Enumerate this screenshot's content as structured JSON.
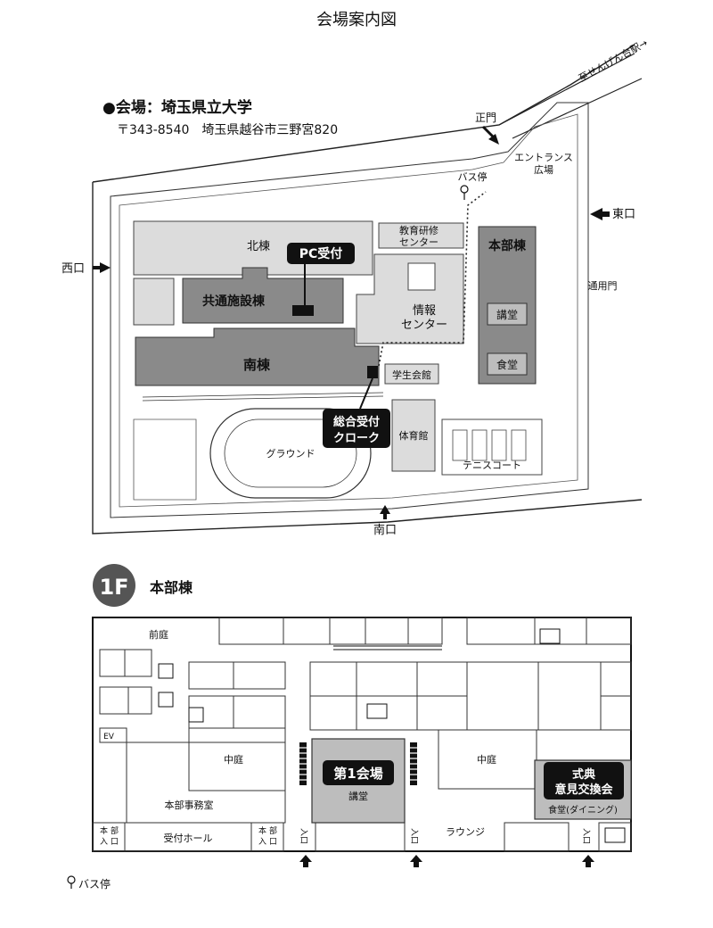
{
  "title": "会場案内図",
  "venue": {
    "heading": "●会場：埼玉県立大学",
    "address": "〒343-8540　埼玉県越谷市三野宮820"
  },
  "campus": {
    "directions": {
      "station": "至せんげん台駅→",
      "main_gate": "正門",
      "east_gate": "東口",
      "west_gate": "西口",
      "south_gate": "南口",
      "service_gate": "通用門",
      "bus_stop": "バス停"
    },
    "buildings": {
      "north": "北棟",
      "common": "共通施設棟",
      "south": "南棟",
      "education": [
        "教育研修",
        "センター"
      ],
      "info": [
        "情報",
        "センター"
      ],
      "student": "学生会館",
      "gym": "体育館",
      "main": "本部棟",
      "hall": "講堂",
      "dining": "食堂",
      "entrance_plaza": [
        "エントランス",
        "広場"
      ],
      "ground": "グラウンド",
      "tennis": "テニスコート"
    },
    "callouts": {
      "pc": "PC受付",
      "reception": [
        "総合受付",
        "クローク"
      ]
    }
  },
  "floor": {
    "badge": "1F",
    "building_name": "本部棟",
    "rooms": {
      "front_garden": "前庭",
      "courtyard_left": "中庭",
      "courtyard_right": "中庭",
      "office": "本部事務室",
      "reception_hall": "受付ホール",
      "hall": "講堂",
      "lounge": "ラウンジ",
      "dining": "食堂(ダイニング)",
      "ev": "EV"
    },
    "entrances": {
      "main_left": [
        "本",
        "部",
        "入",
        "口"
      ],
      "main_right": [
        "本",
        "部",
        "入",
        "口"
      ],
      "entry": "入口"
    },
    "callouts": {
      "hall1": "第1会場",
      "ceremony": [
        "式典",
        "意見交換会"
      ]
    }
  },
  "legend": {
    "bus_stop": "バス停"
  }
}
